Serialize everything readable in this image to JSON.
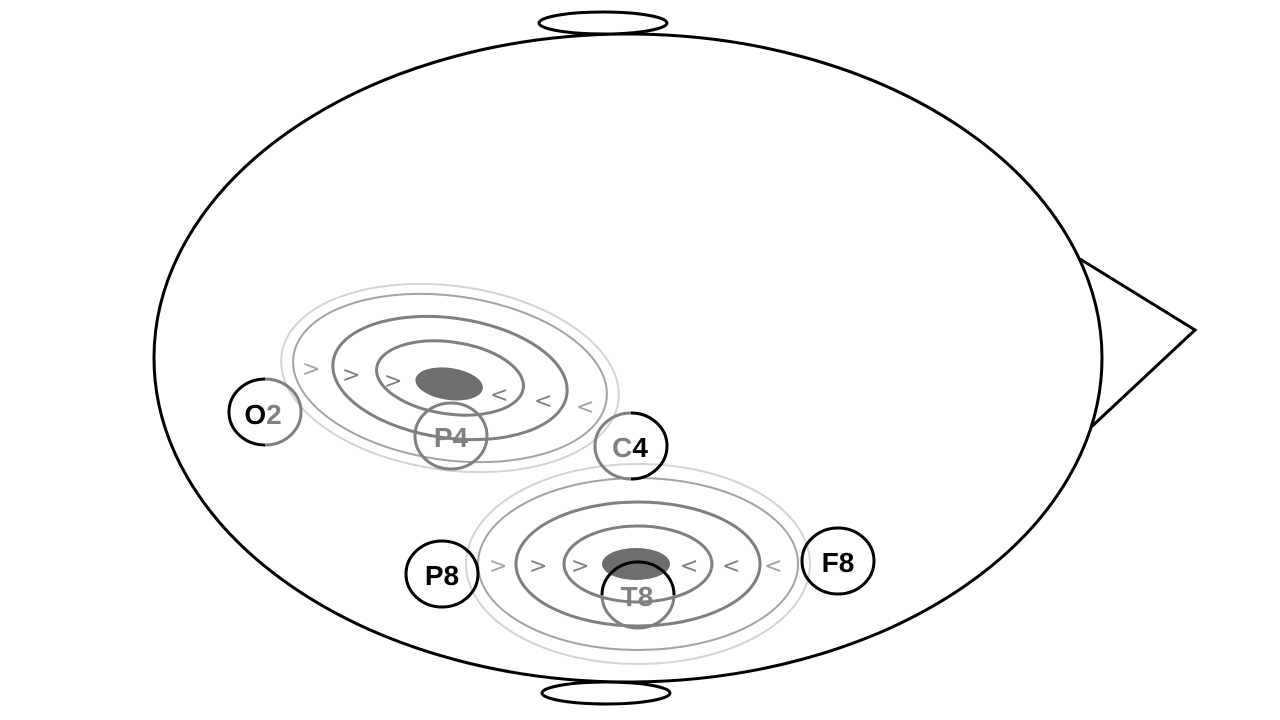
{
  "colors": {
    "outline": "#000000",
    "ring_light": "#d4d4d4",
    "ring_mid": "#a3a3a3",
    "ring_dark": "#7f7f7f",
    "focus_fill": "#6e6e6e",
    "label_dark": "#000000",
    "label_gray": "#808080"
  },
  "electrodes": {
    "o2": {
      "label_main": "O",
      "label_suffix": "2"
    },
    "p4": {
      "label": "P4"
    },
    "c4": {
      "label_main": "C",
      "label_suffix": "4"
    },
    "p8": {
      "label": "P8"
    },
    "t8": {
      "label": "T8"
    },
    "f8": {
      "label": "F8"
    }
  },
  "foci": {
    "upper": {
      "arrows_left": [
        ">",
        ">",
        ">"
      ],
      "arrows_right": [
        "<",
        "<",
        "<"
      ]
    },
    "lower": {
      "arrows_left": [
        ">",
        ">",
        ">"
      ],
      "arrows_right": [
        "<",
        "<",
        "<"
      ]
    }
  }
}
